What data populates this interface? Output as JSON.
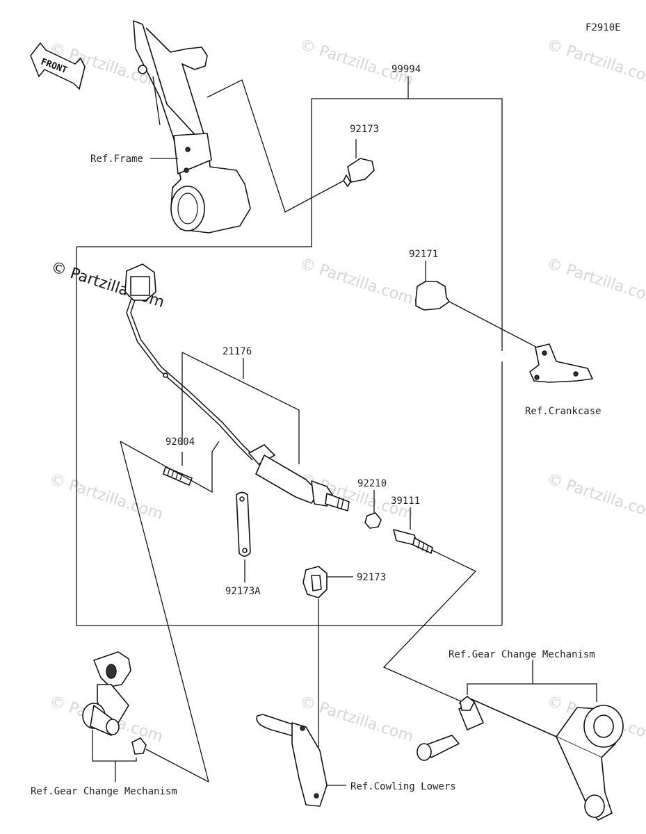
{
  "diagram_code": "F2910E",
  "front_label": "FRONT",
  "watermark": "© Partzilla.com",
  "parts": {
    "p99994": "99994",
    "p92173_top": "92173",
    "p92171": "92171",
    "p21176": "21176",
    "p92004": "92004",
    "p92210": "92210",
    "p39111": "39111",
    "p92173A": "92173A",
    "p92173_mid": "92173"
  },
  "refs": {
    "frame": "Ref.Frame",
    "crankcase": "Ref.Crankcase",
    "gear_change_right": "Ref.Gear Change Mechanism",
    "gear_change_left": "Ref.Gear Change Mechanism",
    "cowling": "Ref.Cowling Lowers"
  }
}
